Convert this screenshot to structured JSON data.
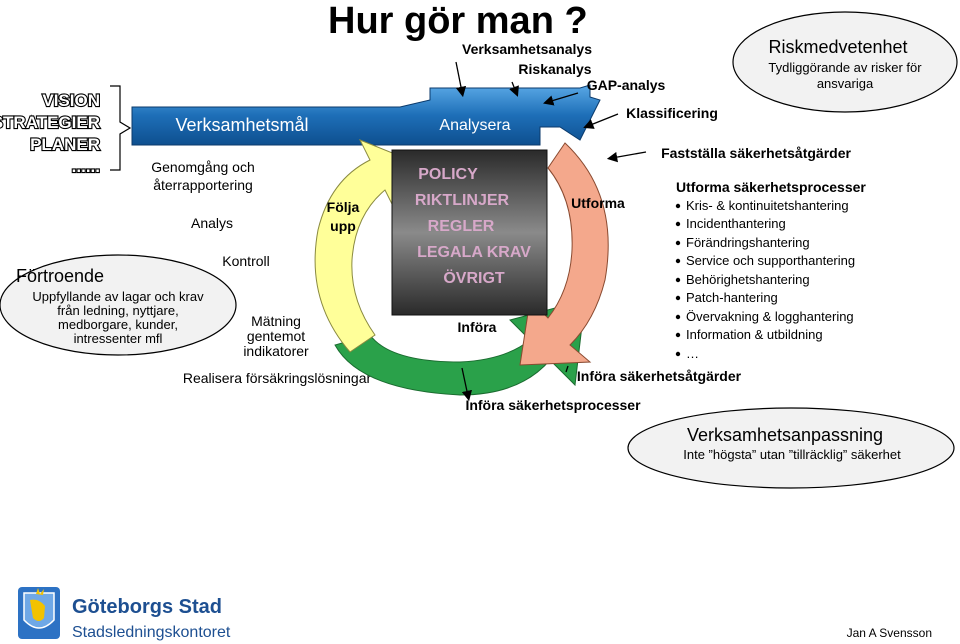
{
  "title": "Hur gör man ?",
  "top_left_stack": [
    "VISION",
    "STRATEGIER",
    "PLANER",
    "......"
  ],
  "goal_banner": "Verksamhetsmål",
  "analysis_banner": "Analysera",
  "analysis_labels": [
    "Verksamhetsanalys",
    "Riskanalys",
    "GAP-analys",
    "Klassificering"
  ],
  "establish_measures": "Fastställa säkerhetsåtgärder",
  "left_labels": {
    "review_line1": "Genomgång och",
    "review_line2": "återrapportering",
    "analys": "Analys",
    "kontroll": "Kontroll",
    "matning_line1": "Mätning",
    "matning_line2": "gentemot",
    "matning_line3": "indikatorer",
    "folja_line1": "Följa",
    "folja_line2": "upp",
    "realisera": "Realisera försäkringslösningar"
  },
  "trust_ellipse": {
    "title": "Förtroende",
    "lines": [
      "Uppfyllande av lagar och krav",
      "från ledning, nyttjare,",
      "medborgare, kunder,",
      "intressenter  mfl"
    ]
  },
  "center_box": [
    "POLICY",
    "RIKTLINJER",
    "REGLER",
    "LEGALA KRAV",
    "ÖVRIGT"
  ],
  "cycle_labels": {
    "utforma": "Utforma",
    "infora": "Införa"
  },
  "processes": {
    "heading": "Utforma säkerhetsprocesser",
    "items": [
      "Kris- & kontinuitetshantering",
      "Incidenthantering",
      "Förändringshantering",
      "Service och supporthantering",
      "Behörighetshantering",
      "Patch-hantering",
      "Övervakning & logghantering",
      "Information & utbildning",
      "…"
    ]
  },
  "infora_measures": "Införa säkerhetsåtgärder",
  "infora_processes": "Införa säkerhetsprocesser",
  "risk_ellipse": {
    "title": "Riskmedvetenhet",
    "lines": [
      "Tydliggörande av risker för",
      "ansvariga"
    ]
  },
  "business_ellipse": {
    "title": "Verksamhetsanpassning",
    "line": "Inte ”högsta” utan ”tillräcklig” säkerhet"
  },
  "logo": {
    "name": "Göteborgs Stad",
    "unit": "Stadsledningskontoret"
  },
  "author": "Jan A Svensson",
  "colors": {
    "banner_blue": "#1e6fb8",
    "arrow_green": "#2aa14a",
    "arrow_yellow": "#ffff99",
    "arrow_salmon": "#f4a88c",
    "box_dark": "#3a3a3a",
    "logo_blue": "#1d4f91"
  }
}
